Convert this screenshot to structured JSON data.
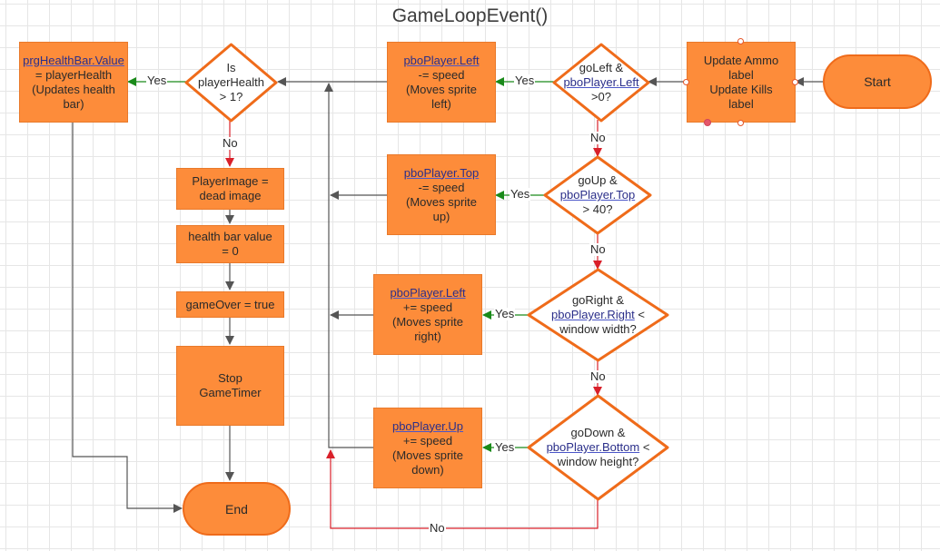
{
  "title": "GameLoopEvent()",
  "nodes": {
    "start": "Start",
    "update": {
      "l1": "Update Ammo",
      "l2": "label",
      "l3": "Update Kills",
      "l4": "label"
    },
    "d_left": {
      "l1": "goLeft &",
      "l2": "pboPlayer.Left",
      "l3": ">0?"
    },
    "a_left": {
      "l1": "pboPlayer.Left",
      "l2": "-= speed",
      "l3": "(Moves sprite",
      "l4": "left)"
    },
    "d_health": {
      "l1": "Is",
      "l2": "playerHealth",
      "l3": "> 1?"
    },
    "healthbar": {
      "l1": "prgHealthBar.Value",
      "l2": "= playerHealth",
      "l3": "(Updates health",
      "l4": "bar)"
    },
    "dead_image": {
      "l1": "PlayerImage =",
      "l2": "dead image"
    },
    "bar_zero": {
      "l1": "health bar value",
      "l2": "= 0"
    },
    "game_over": "gameOver = true",
    "stop_timer": {
      "l1": "Stop",
      "l2": "GameTimer"
    },
    "end": "End",
    "d_up": {
      "l1": "goUp &",
      "l2": "pboPlayer.Top",
      "l3": "> 40?"
    },
    "a_up": {
      "l1": "pboPlayer.Top",
      "l2": "-= speed",
      "l3": "(Moves sprite",
      "l4": "up)"
    },
    "d_right": {
      "l1": "goRight &",
      "l2": "pboPlayer.Right",
      "l3": "<",
      "l4": "window width?"
    },
    "a_right": {
      "l1": "pboPlayer.Left",
      "l2": "+= speed",
      "l3": "(Moves sprite",
      "l4": "right)"
    },
    "d_down": {
      "l1": "goDown &",
      "l2": "pboPlayer.Bottom",
      "l3": "<",
      "l4": "window height?"
    },
    "a_down": {
      "l1": "pboPlayer.Up",
      "l2": "+= speed",
      "l3": "(Moves sprite",
      "l4": "down)"
    }
  },
  "labels": {
    "yes": "Yes",
    "no": "No"
  },
  "colors": {
    "fill": "#fd8c3a",
    "diamond_border": "#ef6b1a",
    "yes_arrow": "#1a8a1a",
    "no_arrow": "#d9202a",
    "arrow": "#555555"
  }
}
